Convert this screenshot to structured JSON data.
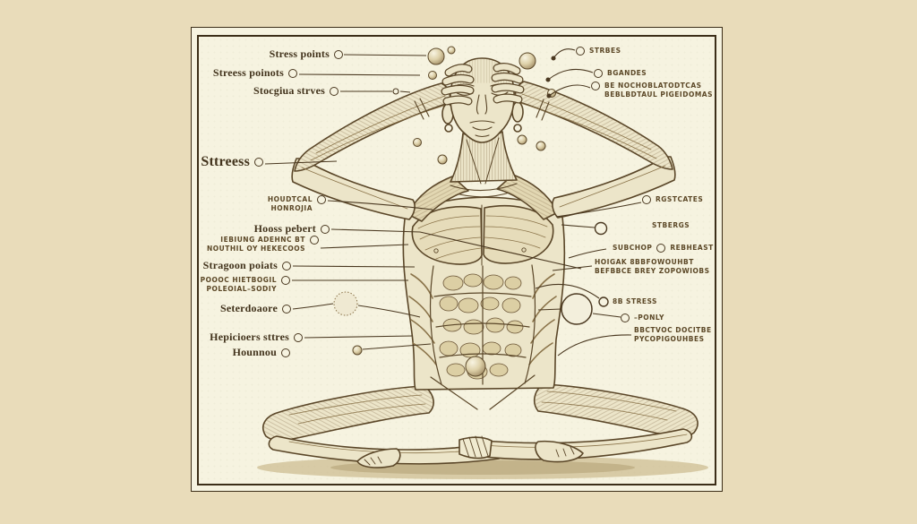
{
  "title": "Vintage anatomical illustration of a seated cross-legged figure with hands on head and stress-point leader labels",
  "colors": {
    "outer_background": "#e9dcba",
    "panel_background": "#f6f3e0",
    "frame_border": "#3c2e18",
    "ink": "#5a4628",
    "label_text": "#42331c",
    "caps_label_text": "#5c4827",
    "skin_fill": "#ece5c9",
    "shade_fill": "#d9cda6"
  },
  "labels_left": [
    {
      "text": "Stress points"
    },
    {
      "text": "Streess poinots"
    },
    {
      "text": "Stocgiua strves"
    },
    {
      "text": "Sttreess"
    },
    {
      "lines": [
        "HOUDTCAL",
        "HONROJIA"
      ]
    },
    {
      "text": "Hooss pebert"
    },
    {
      "lines": [
        "IEBIUNG ADEHNC BT",
        "NOUTHIL OY HEKECOOS"
      ]
    },
    {
      "text": "Stragoon poiats"
    },
    {
      "lines": [
        "POOOC HIETBOGIL",
        "POLEOIAL–SODIY"
      ]
    },
    {
      "text": "Seterdoaore"
    },
    {
      "text": "Hepicioers sttres"
    },
    {
      "text": "Hounnou"
    }
  ],
  "labels_right": [
    {
      "text": "STRBES"
    },
    {
      "text": "BGANDES"
    },
    {
      "lines": [
        "BE NOCHOBLATODTCAS",
        "BEBLBDTAUL PIGEIDOMAS"
      ]
    },
    {
      "text": "RGSTCATES"
    },
    {
      "text": "STBERGS"
    },
    {
      "parts": [
        "SUBCHOP",
        "REBHEAST"
      ]
    },
    {
      "lines": [
        "HOIGAK 8BBFOWOUHBT",
        "BEFBBCE BREY ZOPOWIOBS"
      ]
    },
    {
      "text": "8B STRESS"
    },
    {
      "text": "–PONLY"
    },
    {
      "lines": [
        "BBCTVOC DOCITBE",
        "PYCOPIGOUHBES"
      ]
    }
  ]
}
